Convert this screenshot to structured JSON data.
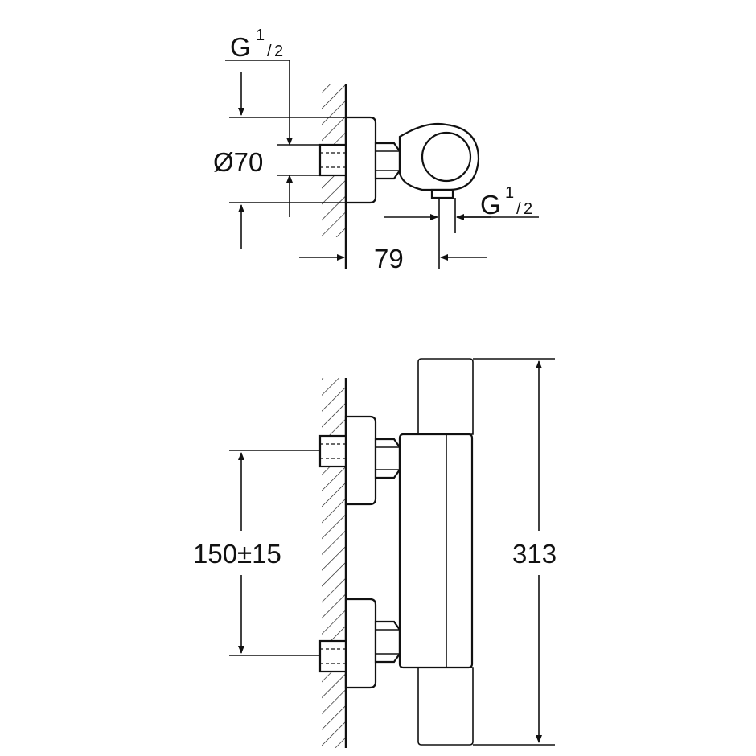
{
  "labels": {
    "thread_inlet_main": "G",
    "thread_inlet_num": "1",
    "thread_inlet_den": "2",
    "diameter": "Ø70",
    "thread_outlet_main": "G",
    "thread_outlet_num": "1",
    "thread_outlet_den": "2",
    "depth": "79",
    "center_distance": "150±15",
    "height": "313"
  },
  "colors": {
    "line": "#111111",
    "background": "#ffffff"
  }
}
